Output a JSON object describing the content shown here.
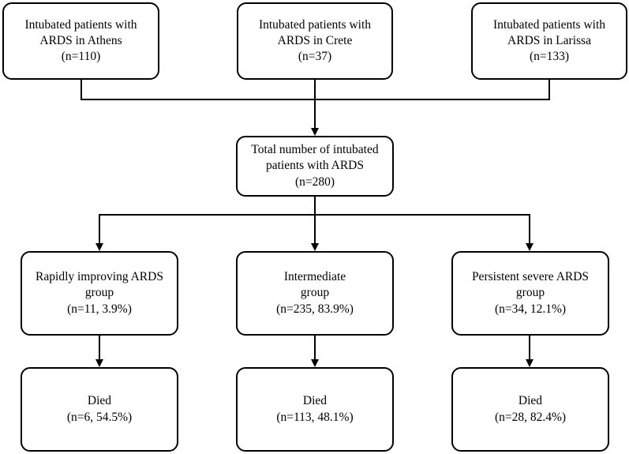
{
  "flowchart": {
    "sources": [
      {
        "line1": "Intubated patients with",
        "line2": "ARDS in Athens",
        "line3": "(n=110)"
      },
      {
        "line1": "Intubated patients with",
        "line2": "ARDS in Crete",
        "line3": "(n=37)"
      },
      {
        "line1": "Intubated patients with",
        "line2": "ARDS in Larissa",
        "line3": "(n=133)"
      }
    ],
    "total": {
      "line1": "Total number of intubated",
      "line2": "patients with ARDS",
      "line3": "(n=280)"
    },
    "groups": [
      {
        "line1": "Rapidly improving ARDS",
        "line2": "group",
        "line3": "(n=11, 3.9%)"
      },
      {
        "line1": "Intermediate",
        "line2": "group",
        "line3": "(n=235, 83.9%)"
      },
      {
        "line1": "Persistent severe ARDS",
        "line2": "group",
        "line3": "(n=34, 12.1%)"
      }
    ],
    "outcomes": [
      {
        "line1": "Died",
        "line2": "(n=6, 54.5%)"
      },
      {
        "line1": "Died",
        "line2": "(n=113, 48.1%)"
      },
      {
        "line1": "Died",
        "line2": "(n=28, 82.4%)"
      }
    ]
  }
}
